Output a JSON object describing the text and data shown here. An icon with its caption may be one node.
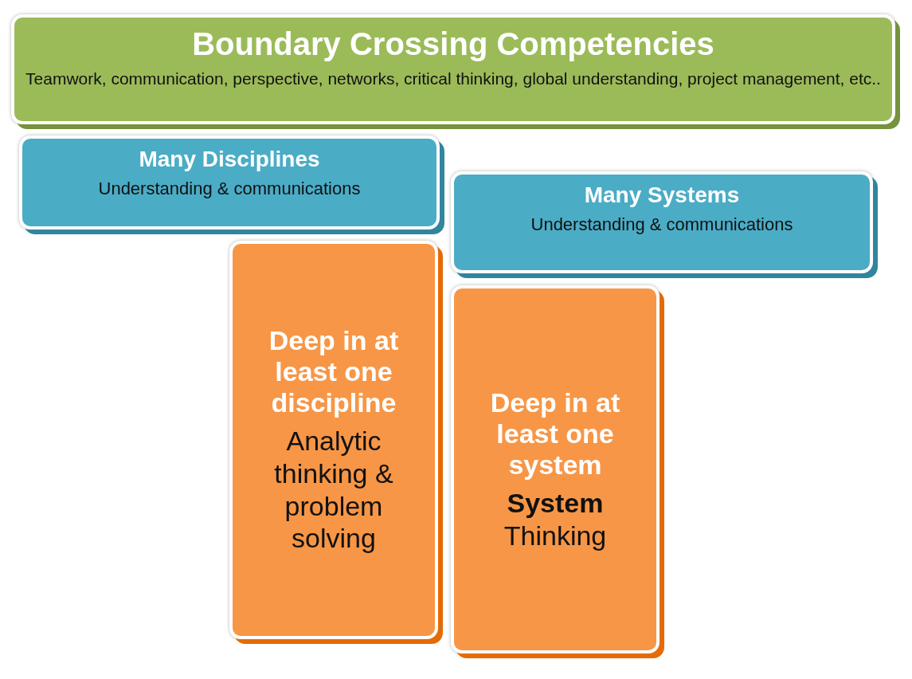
{
  "diagram": {
    "nodes": [
      {
        "text": [
          "Boundary Crossing Competencies",
          "Teamwork, communication, perspective, networks, critical thinking, global understanding, project management, etc.."
        ]
      },
      {
        "text": [
          "Many Disciplines",
          "Understanding & communications"
        ]
      },
      {
        "text": [
          "Many Systems",
          "Understanding & communications"
        ]
      },
      {
        "text": [
          "Deep in at least one discipline",
          "Analytic thinking & problem solving"
        ]
      },
      {
        "text": [
          "Deep in at least one system",
          "**System** Thinking"
        ]
      }
    ]
  }
}
